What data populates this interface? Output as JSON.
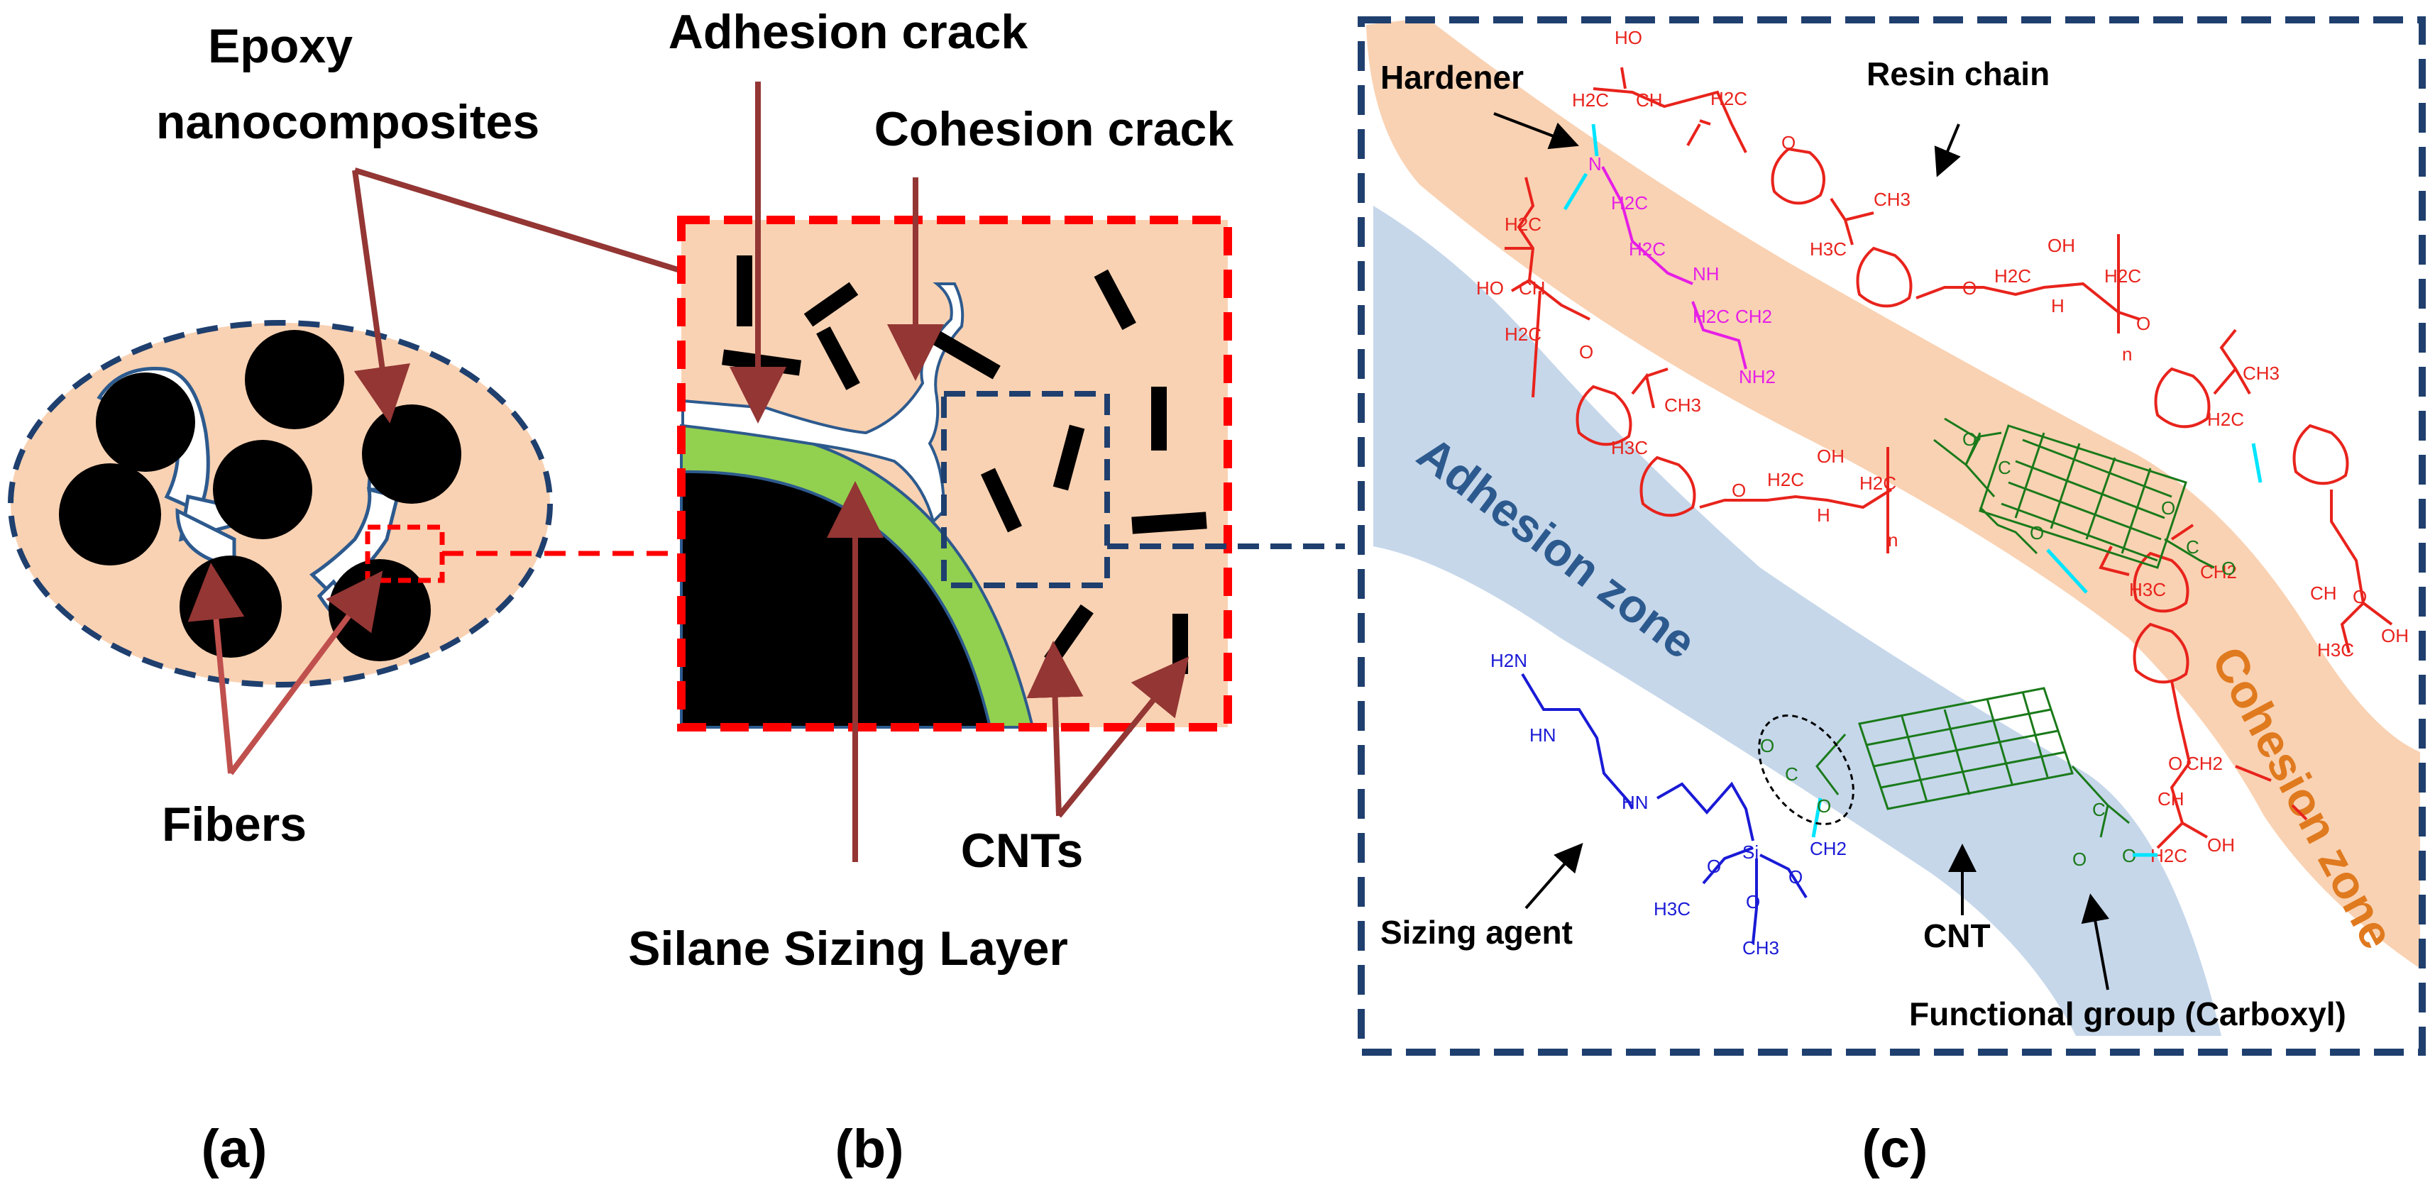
{
  "panels": {
    "a": {
      "label": "(a)",
      "epoxy_label_line1": "Epoxy",
      "epoxy_label_line2": "nanocomposites",
      "fibers_label": "Fibers"
    },
    "b": {
      "label": "(b)",
      "adhesion_crack": "Adhesion crack",
      "cohesion_crack": "Cohesion crack",
      "cnts": "CNTs",
      "silane_layer": "Silane Sizing Layer"
    },
    "c": {
      "label": "(c)",
      "hardener": "Hardener",
      "resin_chain": "Resin chain",
      "adhesion_zone": "Adhesion zone",
      "cohesion_zone": "Cohesion zone",
      "sizing_agent": "Sizing agent",
      "cnt": "CNT",
      "functional_group": "Functional group (Carboxyl)"
    }
  },
  "chemistry": {
    "ho": "HO",
    "oh": "OH",
    "ch": "CH",
    "h": "H",
    "h2c": "H2C",
    "ch2": "CH2",
    "ch3": "CH3",
    "h3c": "H3C",
    "c": "C",
    "o": "O",
    "n": "N",
    "nh": "NH",
    "nh2": "NH2",
    "h2n": "H2N",
    "hn": "HN",
    "si": "Si",
    "n_sub": "n"
  },
  "colors": {
    "epoxy_fill": "#f9d2b3",
    "frame_blue": "#1f3f6e",
    "frame_red": "#ff0000",
    "silane_green": "#92d050",
    "arrow_brown": "#943634",
    "resin_red": "#e8231c",
    "hardener_magenta": "#e61ee6",
    "sizing_blue": "#1a1ad6",
    "cnt_green": "#1a7a1a",
    "bond_cyan": "#00e5ff",
    "adhesion_zone_fill": "#c6d7ea",
    "cohesion_zone_fill": "#f9d2b3"
  }
}
